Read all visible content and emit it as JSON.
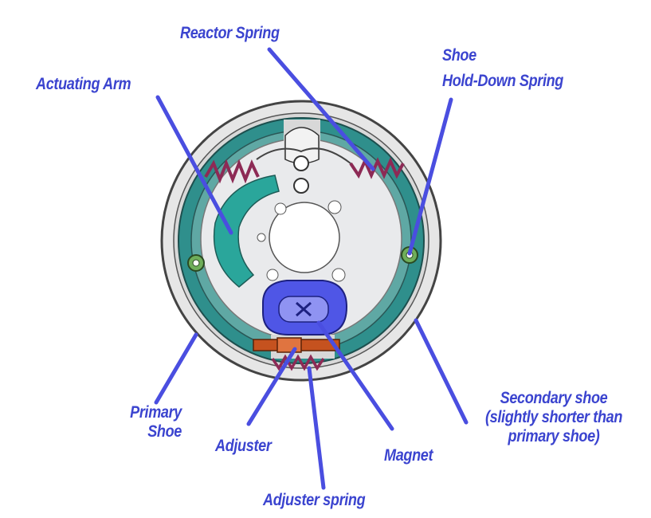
{
  "labels": {
    "reactor_spring": "Reactor Spring",
    "shoe_hold_down_spring": [
      "Shoe",
      "Hold-Down Spring"
    ],
    "actuating_arm": "Actuating Arm",
    "primary_shoe": [
      "Primary",
      "Shoe"
    ],
    "adjuster": "Adjuster",
    "magnet": "Magnet",
    "secondary_shoe": [
      "Secondary shoe",
      "(slightly shorter than",
      "primary shoe)"
    ],
    "adjuster_spring": "Adjuster spring"
  },
  "colors": {
    "label_text": "#3b44cf",
    "leader_line": "#4a4ee0",
    "drum_rim": "#e6e6e6",
    "shoe_lining": "#2f8f8c",
    "backing_plate": "#e9eaec",
    "actuating_arm": "#2aa69b",
    "magnet": "#4f56e6",
    "adjuster": "#c5521f",
    "spring": "#8d2a55"
  }
}
